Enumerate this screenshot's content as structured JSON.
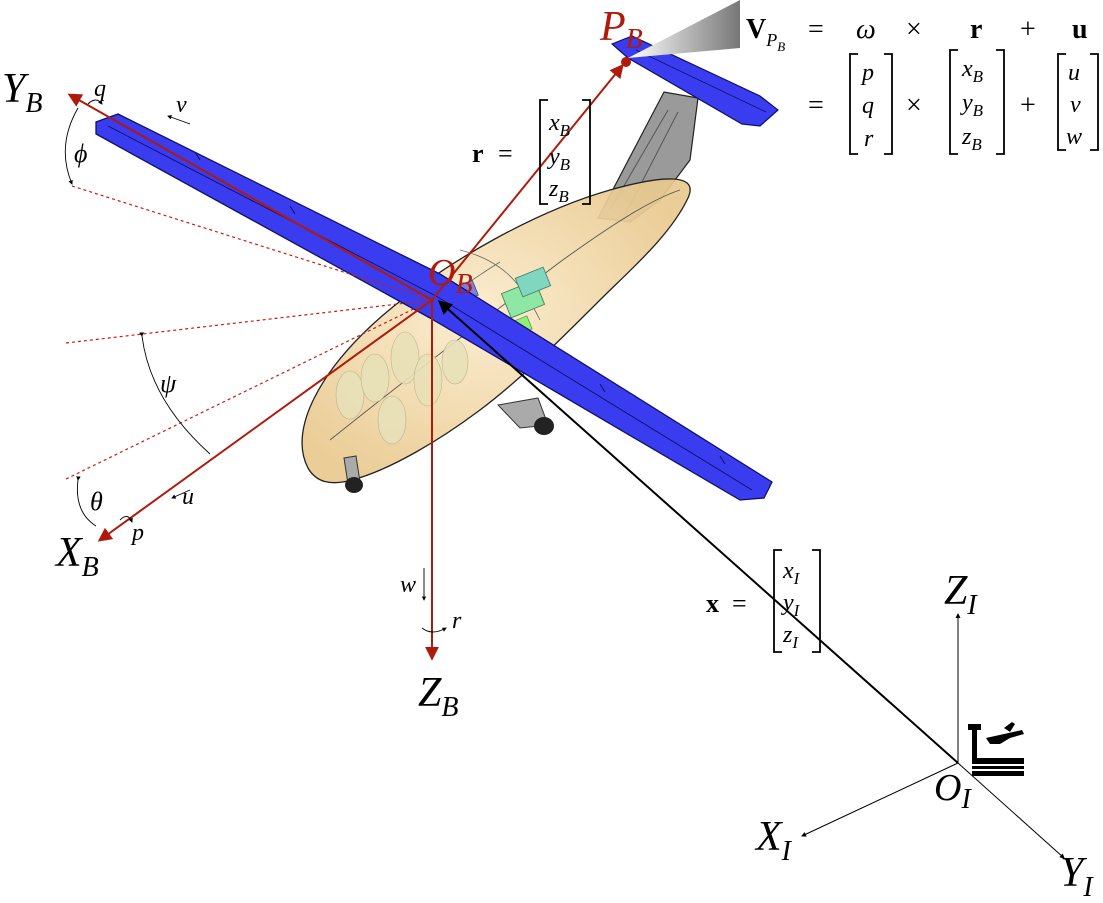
{
  "colors": {
    "body_axes": "#b01a0a",
    "inertial_axes": "#000000",
    "wing": "#3a3cf0",
    "fuselage": "#f3d7a4",
    "fin": "#8f8f8f"
  },
  "body_frame": {
    "origin": "O",
    "origin_sub": "B",
    "x_axis": "X",
    "x_sub": "B",
    "y_axis": "Y",
    "y_sub": "B",
    "z_axis": "Z",
    "z_sub": "B"
  },
  "inertial_frame": {
    "origin": "O",
    "origin_sub": "I",
    "x_axis": "X",
    "x_sub": "I",
    "y_axis": "Y",
    "y_sub": "I",
    "z_axis": "Z",
    "z_sub": "I"
  },
  "point": {
    "name": "P",
    "sub": "B"
  },
  "angles": {
    "roll": "ϕ",
    "pitch": "θ",
    "yaw": "ψ"
  },
  "rates": {
    "p": "p",
    "q": "q",
    "r": "r"
  },
  "velocities": {
    "u": "u",
    "v": "v",
    "w": "w"
  },
  "r_vector": {
    "symbol": "r",
    "equals": "=",
    "entries": [
      {
        "var": "x",
        "sub": "B"
      },
      {
        "var": "y",
        "sub": "B"
      },
      {
        "var": "z",
        "sub": "B"
      }
    ]
  },
  "x_vector": {
    "symbol": "x",
    "equals": "=",
    "entries": [
      {
        "var": "x",
        "sub": "I"
      },
      {
        "var": "y",
        "sub": "I"
      },
      {
        "var": "z",
        "sub": "I"
      }
    ]
  },
  "velocity_equation": {
    "lhs": "V",
    "lhs_sub": "P",
    "lhs_subsub": "B",
    "equals": "=",
    "omega": "ω",
    "times": "×",
    "r": "r",
    "plus": "+",
    "u": "u",
    "rate_vector": [
      "p",
      "q",
      "r"
    ],
    "pos_vector": [
      {
        "var": "x",
        "sub": "B"
      },
      {
        "var": "y",
        "sub": "B"
      },
      {
        "var": "z",
        "sub": "B"
      }
    ],
    "vel_vector": [
      "u",
      "v",
      "w"
    ]
  }
}
